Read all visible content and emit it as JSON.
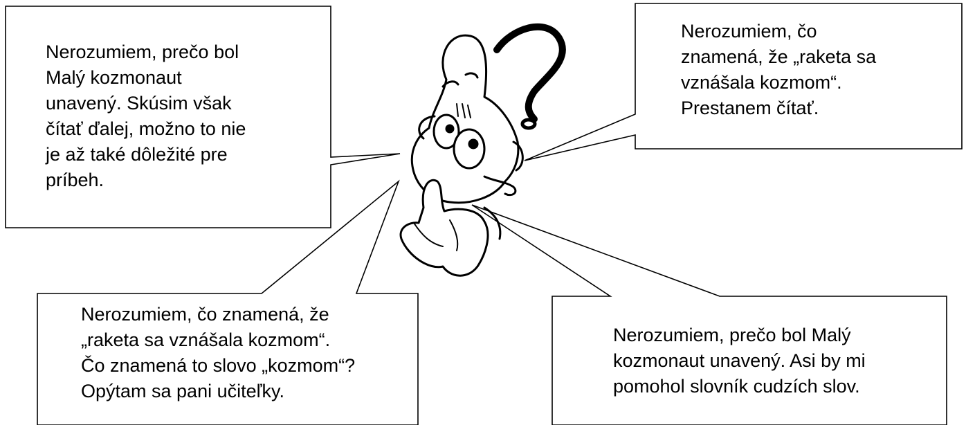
{
  "bubbles": {
    "top_left": "Nerozumiem, prečo bol\nMalý kozmonaut\nunavený. Skúsim však\nčítať ďalej, možno to nie\nje až také dôležité pre\npríbeh.",
    "top_right": "Nerozumiem, čo\nznamená, že „raketa sa\nvznášala kozmom“.\nPrestanem čítať.",
    "bottom_left": "Nerozumiem, čo znamená, že\n„raketa sa vznášala kozmom“.\nČo znamená to slovo „kozmom“?\nOpýtam sa pani učiteľky.",
    "bottom_right": "Nerozumiem, prečo bol Malý\nkozmonaut unavený. Asi by mi\npomohol slovník cudzích slov."
  },
  "character": {
    "icon": "thinking-cartoon-character-icon"
  },
  "colors": {
    "stroke": "#000000",
    "background": "#ffffff"
  }
}
